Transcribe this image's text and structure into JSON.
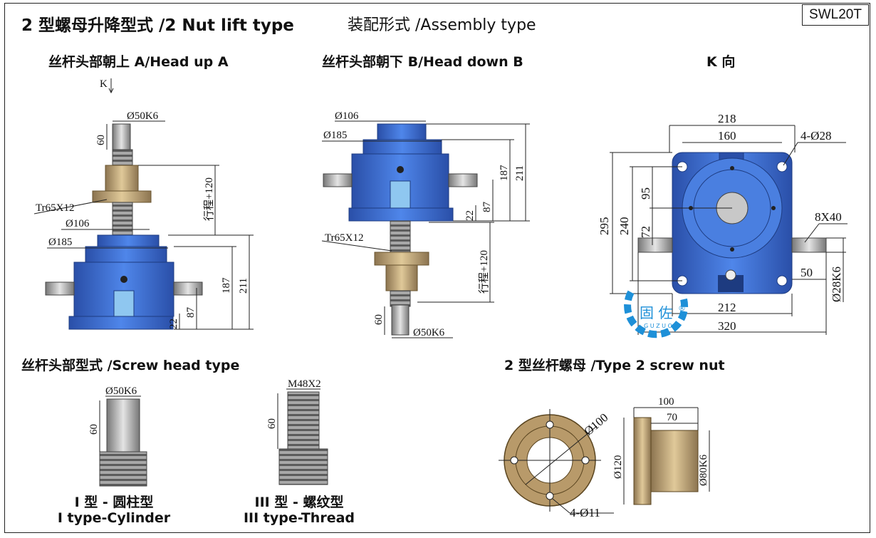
{
  "header": {
    "title": "2 型螺母升降型式 /2 Nut lift type",
    "assembly": "装配形式 /Assembly type",
    "model": "SWL20T"
  },
  "views": {
    "head_up": "丝杆头部朝上 A/Head up A",
    "head_down": "丝杆头部朝下 B/Head down B",
    "k_view": "K 向",
    "k_arrow": "K"
  },
  "dims_a": {
    "d50k6": "Ø50K6",
    "h60": "60",
    "tr": "Tr65X12",
    "d106": "Ø106",
    "d185": "Ø185",
    "stroke": "行程+120",
    "h187": "187",
    "h211": "211",
    "h87": "87",
    "h22": "22"
  },
  "dims_b": {
    "d106": "Ø106",
    "d185": "Ø185",
    "h187": "187",
    "h211": "211",
    "h87": "87",
    "h22": "22",
    "tr": "Tr65X12",
    "stroke": "行程+120",
    "h60": "60",
    "d50k6": "Ø50K6"
  },
  "dims_k": {
    "w218": "218",
    "w160": "160",
    "holes": "4-Ø28",
    "h295": "295",
    "h240": "240",
    "h95": "95",
    "h72": "72",
    "key": "8X40",
    "l50": "50",
    "d28k6": "Ø28K6",
    "w212": "212",
    "w320": "320"
  },
  "logo": {
    "cn": "固 佐",
    "reg": "®",
    "en": "G U Z U O"
  },
  "screw_head": {
    "title": "丝杆头部型式 /Screw head type",
    "t1_dim": "Ø50K6",
    "t1_h": "60",
    "t1_cn": "I 型 - 圆柱型",
    "t1_en": "I type-Cylinder",
    "t3_dim": "M48X2",
    "t3_h": "60",
    "t3_cn": "III 型 - 螺纹型",
    "t3_en": "III type-Thread"
  },
  "nut": {
    "title": "2 型丝杆螺母 /Type 2 screw nut",
    "d100": "Ø100",
    "holes": "4-Ø11",
    "w100": "100",
    "w70": "70",
    "d120": "Ø120",
    "d80k6": "Ø80K6"
  },
  "colors": {
    "blue": "#2f5fc4",
    "bronze": "#b89a6a",
    "logo": "#1e90d8"
  }
}
